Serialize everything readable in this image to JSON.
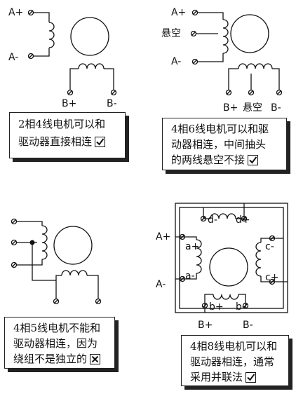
{
  "panels": [
    {
      "labels": {
        "a_plus": "A+",
        "a_minus": "A-",
        "b_plus": "B+",
        "b_minus": "B-"
      },
      "caption_lines": [
        "2相4线电机可以和",
        "驱动器直接相连"
      ],
      "status": "check"
    },
    {
      "labels": {
        "a_plus": "A+",
        "center_a": "悬空",
        "a_minus": "A-",
        "b_plus": "B+",
        "center_b": "悬空",
        "b_minus": "B-"
      },
      "caption_lines": [
        "4相6线电机可以和驱",
        "动器相连，中间抽头",
        "的两线悬空不接"
      ],
      "status": "check"
    },
    {
      "labels": {},
      "caption_lines": [
        "4相5线电机不能和",
        "驱动器相连，因为",
        "绕组不是独立的"
      ],
      "status": "cross"
    },
    {
      "labels": {
        "a_plus": "A+",
        "a_minus": "A-",
        "b_plus": "B+",
        "b_minus": "B-",
        "coil_a_plus": "a+",
        "coil_a_minus": "a-",
        "coil_b_plus": "b+",
        "coil_b_minus": "b-",
        "coil_c_minus": "c-",
        "coil_c_plus": "c+",
        "coil_d_minus": "d-",
        "coil_d_plus": "d+"
      },
      "caption_lines": [
        "4相8线电机可以和",
        "驱动器相连，通常",
        "采用并联法"
      ],
      "status": "check"
    }
  ]
}
